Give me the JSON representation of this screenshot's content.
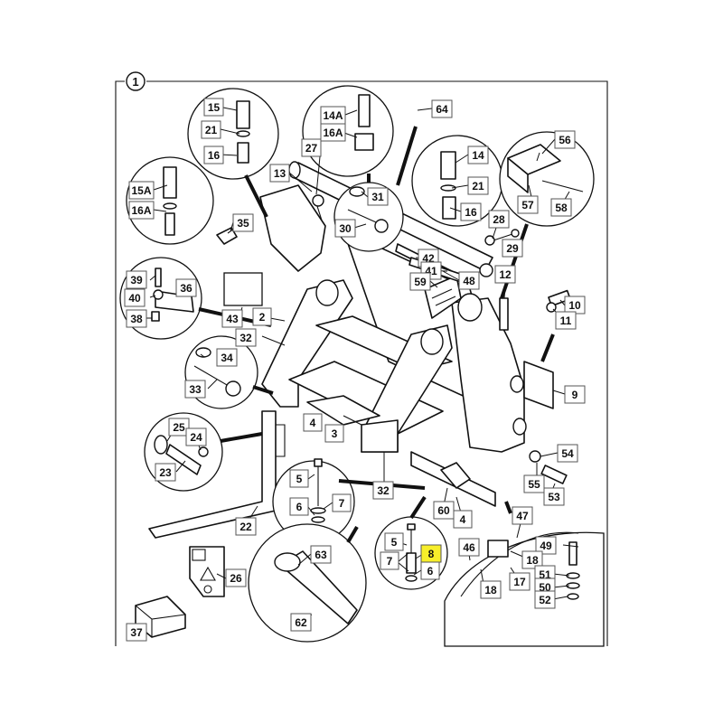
{
  "figure_number": "1",
  "highlight_color": "#f7ee2a",
  "labels": {
    "l1": "15",
    "l2": "21",
    "l3": "16",
    "l4": "14A",
    "l5": "16A",
    "l6": "27",
    "l7": "64",
    "l8": "14",
    "l9": "21",
    "l10": "16",
    "l11": "56",
    "l12": "57",
    "l13": "58",
    "l14": "15A",
    "l15": "16A",
    "l16": "13",
    "l17": "31",
    "l18": "30",
    "l19": "35",
    "l20": "28",
    "l21": "29",
    "l22": "42",
    "l23": "41",
    "l24": "48",
    "l25": "59",
    "l26": "12",
    "l27": "39",
    "l28": "40",
    "l29": "36",
    "l30": "38",
    "l31": "43",
    "l32": "2",
    "l33": "32",
    "l34": "10",
    "l35": "11",
    "l36": "34",
    "l37": "33",
    "l38": "9",
    "l39": "25",
    "l40": "24",
    "l41": "23",
    "l42": "4",
    "l43": "3",
    "l44": "54",
    "l45": "55",
    "l46": "53",
    "l47": "5",
    "l48": "7",
    "l49": "6",
    "l50": "32",
    "l51": "60",
    "l52": "4",
    "l53": "22",
    "l54": "47",
    "l55": "46",
    "l56": "49",
    "l57": "18",
    "l58": "63",
    "l59": "5",
    "l60": "8",
    "l61": "7",
    "l62": "6",
    "l63": "51",
    "l64": "50",
    "l65": "52",
    "l66": "17",
    "l67": "18",
    "l68": "26",
    "l69": "62",
    "l70": "37"
  }
}
